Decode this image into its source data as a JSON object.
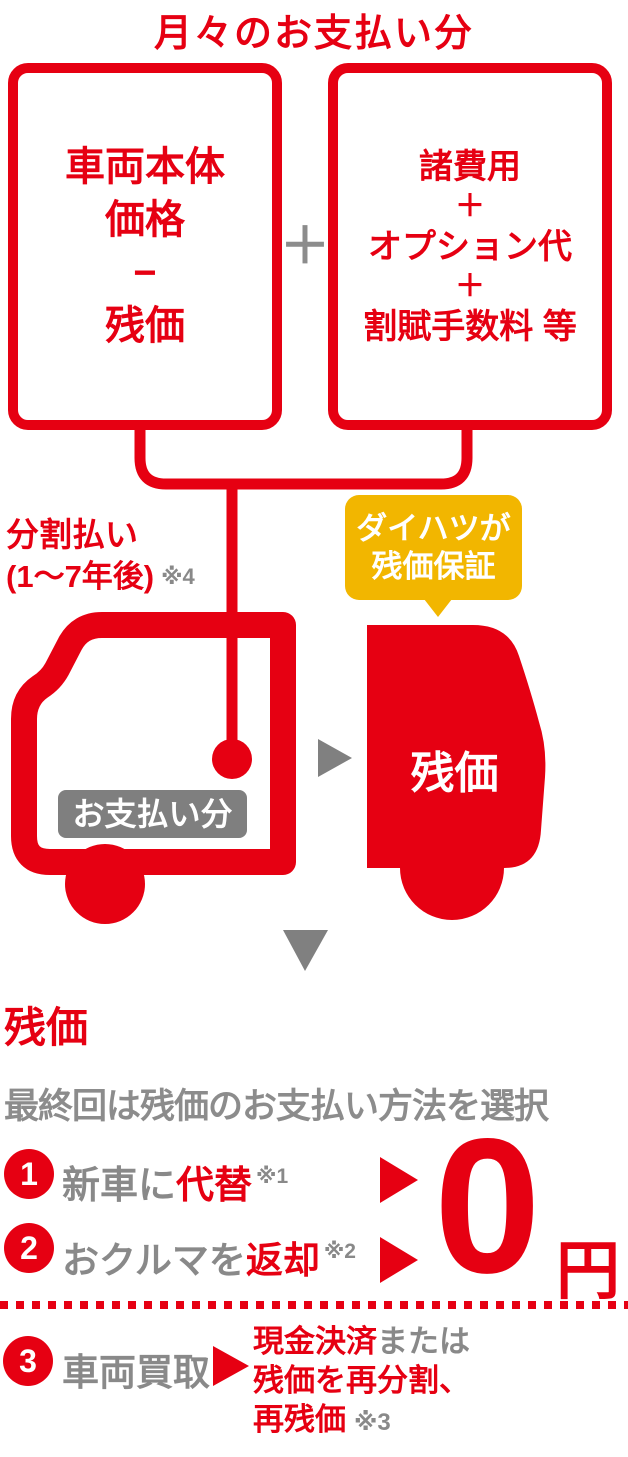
{
  "title": "月々のお支払い分",
  "formula": {
    "left_box": {
      "line1": "車両本体",
      "line2": "価格",
      "line3": "−",
      "line4": "残価"
    },
    "plus": "＋",
    "right_box": {
      "line1": "諸費用",
      "line2": "＋",
      "line3": "オプション代",
      "line4": "＋",
      "line5": "割賦手数料 等"
    }
  },
  "installment": {
    "line1": "分割払い",
    "line2": "(1〜7年後)",
    "note": "※4"
  },
  "badge": {
    "line1": "ダイハツが",
    "line2": "残価保証"
  },
  "car": {
    "payment_label": "お支払い分",
    "residual_label": "残価"
  },
  "result": {
    "heading": "残価",
    "subtitle": "最終回は残価のお支払い方法を選択"
  },
  "option1": {
    "number": "1",
    "gray": "新車に",
    "red": "代替",
    "note": "※1"
  },
  "option2": {
    "number": "2",
    "gray": "おクルマを",
    "red": "返却",
    "note": "※2"
  },
  "option3": {
    "number": "3",
    "gray": "車両買取",
    "line1_red": "現金決済",
    "line1_gray": "または",
    "line2_red": "残価を再分割、",
    "line3_red": "再残価",
    "note": "※3"
  },
  "zero": {
    "amount": "0",
    "unit": "円"
  },
  "colors": {
    "red": "#e60012",
    "yellow": "#f2b600",
    "gray_text": "#898989",
    "shape_gray": "#808080",
    "label_gray": "#7f7f7f",
    "white": "#ffffff"
  }
}
